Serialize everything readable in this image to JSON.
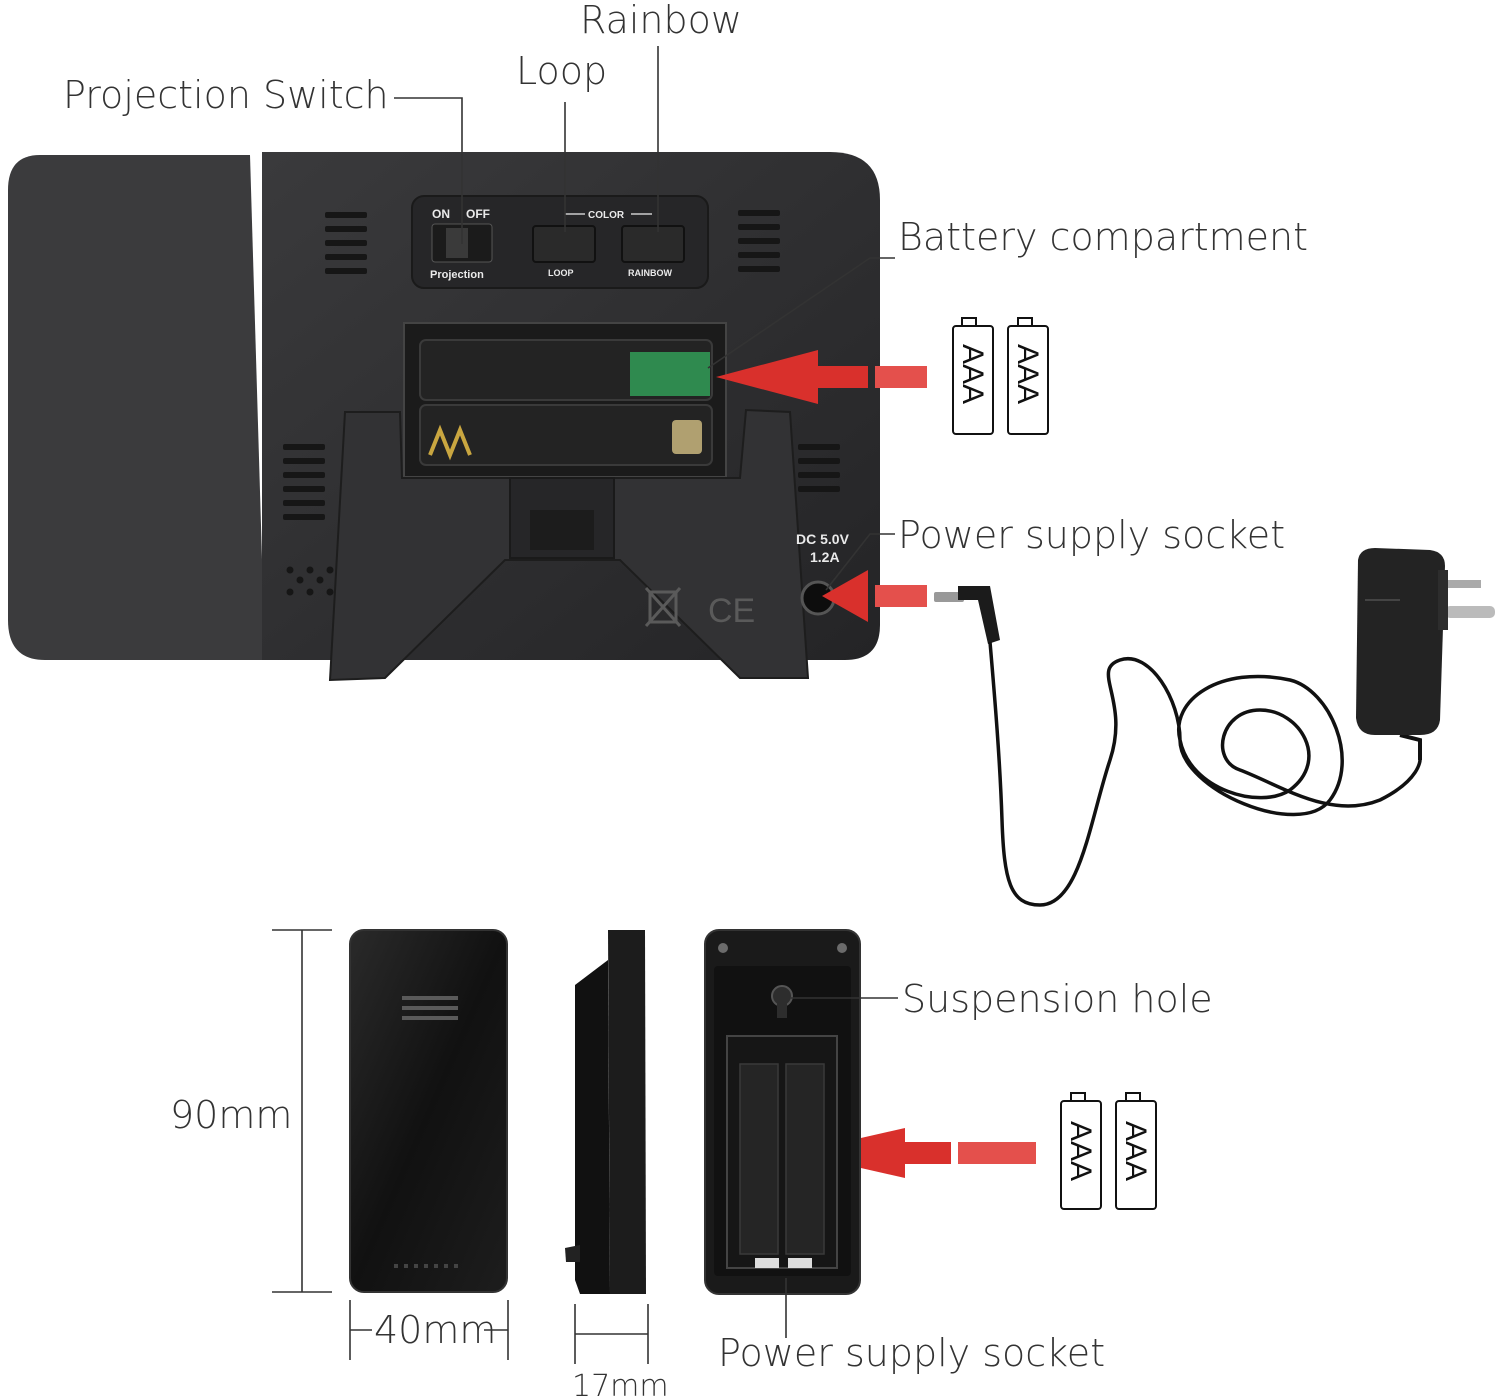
{
  "labels": {
    "projection_switch": "Projection Switch",
    "loop": "Loop",
    "rainbow": "Rainbow",
    "battery_compartment": "Battery compartment",
    "power_supply_socket_main": "Power supply socket",
    "suspension_hole": "Suspension hole",
    "power_supply_socket_sensor": "Power supply socket"
  },
  "device_markings": {
    "on": "ON",
    "off": "OFF",
    "projection": "Projection",
    "color": "COLOR",
    "loop_button": "LOOP",
    "rainbow_button": "RAINBOW",
    "dc_voltage": "DC 5.0V",
    "dc_current": "1.2A"
  },
  "batteries": {
    "main": [
      "AAA",
      "AAA"
    ],
    "sensor": [
      "AAA",
      "AAA"
    ]
  },
  "dimensions": {
    "height": "90mm",
    "width": "40mm",
    "depth": "17mm"
  },
  "colors": {
    "device_body": "#2c2c2e",
    "arrow": "#d9302c",
    "line": "#333333"
  }
}
